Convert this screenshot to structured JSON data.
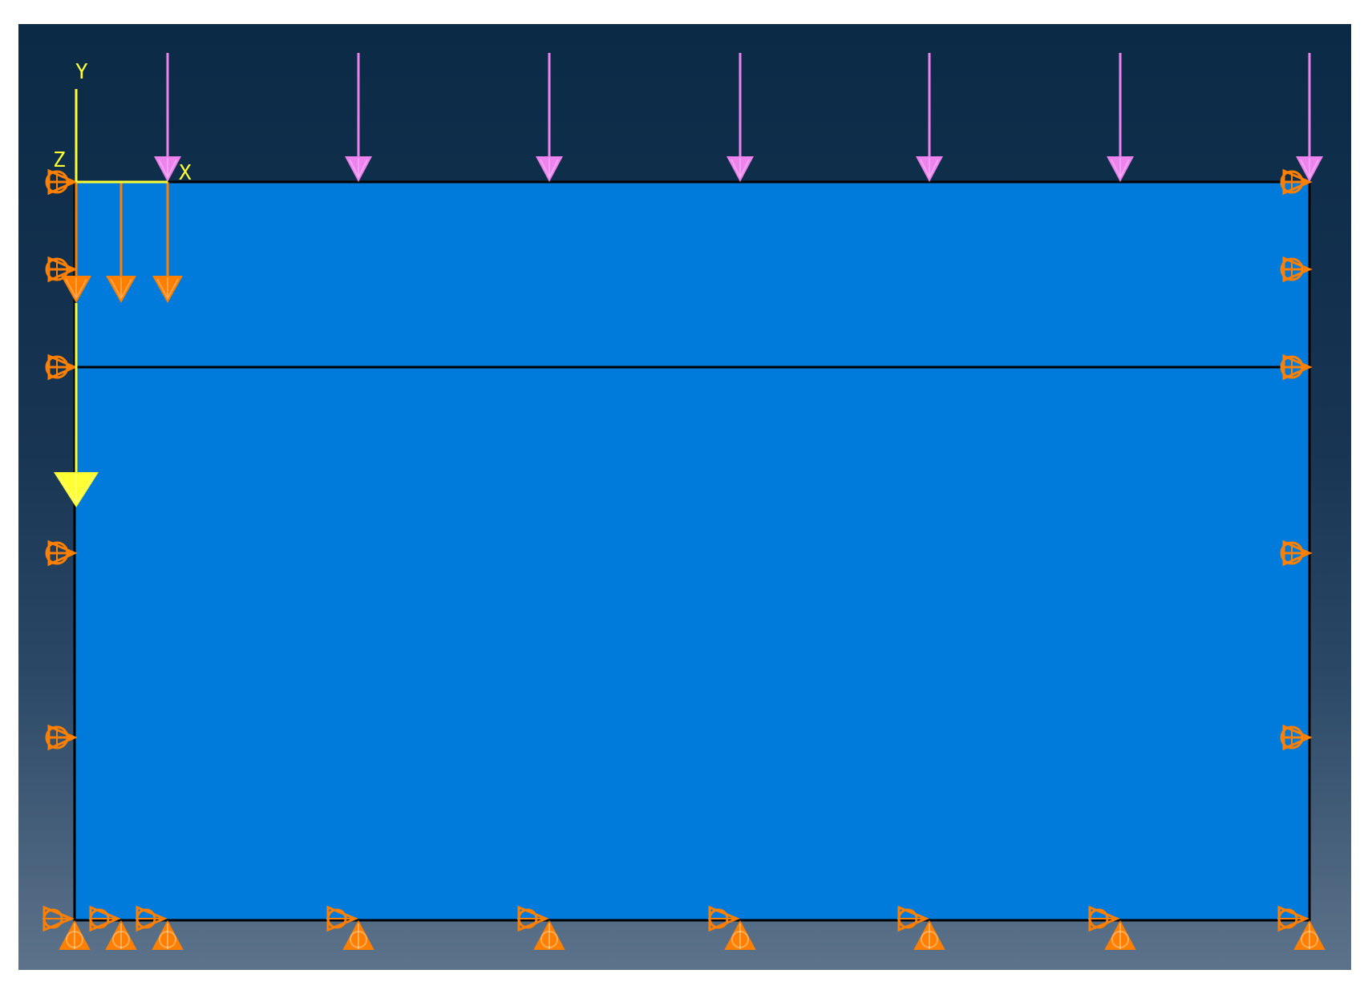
{
  "viewport": {
    "background_top": "#0a2a46",
    "background_bottom": "#5d738b"
  },
  "model": {
    "fill_color": "#007bdb",
    "edge_color": "#000000",
    "partitions": 2
  },
  "triad": {
    "color": "#ffff33",
    "x_label": "X",
    "y_label": "Y",
    "z_label": "Z"
  },
  "loads": {
    "surface_pressure": {
      "color": "#ee82ee",
      "arrow_count": 7,
      "direction": "down"
    },
    "body_load": {
      "color": "#ff7f00",
      "arrow_count": 3,
      "direction": "down"
    },
    "gravity": {
      "color": "#ffff33",
      "direction": "down"
    }
  },
  "boundary_conditions": {
    "color": "#ff7f00",
    "left_edge": {
      "symbol": "roller-x",
      "count": 6
    },
    "right_edge": {
      "symbol": "roller-x",
      "count": 6
    },
    "bottom_edge": {
      "symbol": "pinned",
      "count": 9
    }
  }
}
